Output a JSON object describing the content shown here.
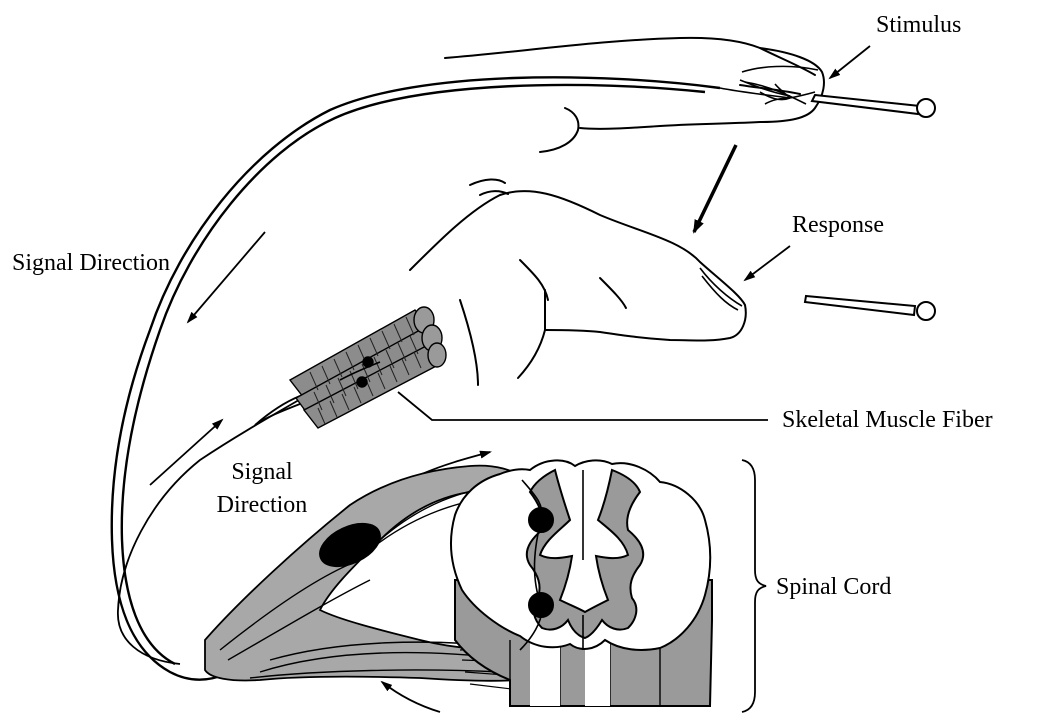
{
  "labels": {
    "stimulus": "Stimulus",
    "response": "Response",
    "signal_direction_top": "Signal Direction",
    "signal_direction_lower_line1": "Signal",
    "signal_direction_lower_line2": "Direction",
    "skeletal_muscle_fiber": "Skeletal Muscle Fiber",
    "spinal_cord": "Spinal Cord"
  },
  "colors": {
    "line": "#000000",
    "gray_matter": "#9a9a9a",
    "nerve_fill": "#a8a8a8",
    "muscle_fill": "#8c8c8c",
    "white_matter": "#ffffff",
    "dark_shade": "#7a7a7a"
  }
}
